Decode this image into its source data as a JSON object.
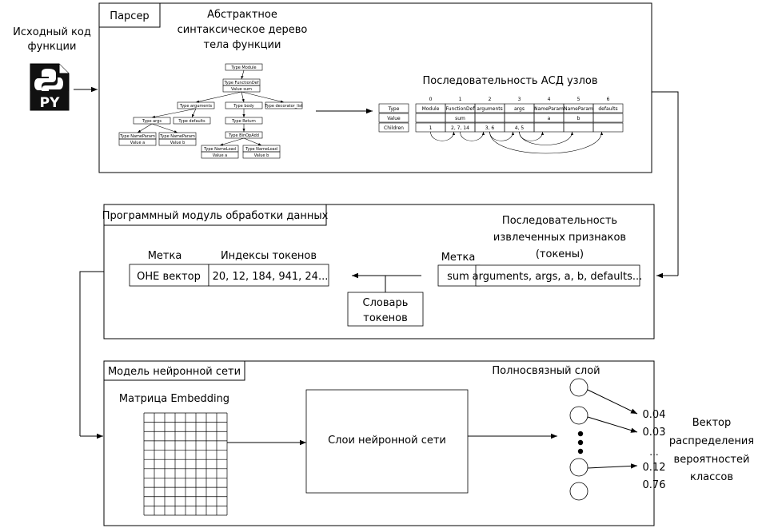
{
  "source": {
    "label_line1": "Исходный код",
    "label_line2": "функции",
    "file_badge": "PY",
    "icon": "python-file-icon"
  },
  "parser": {
    "title": "Парсер",
    "ast_title_l1": "Абстрактное",
    "ast_title_l2": "синтаксическое дерево",
    "ast_title_l3": "тела функции",
    "ast_nodes": [
      {
        "t": "Type Module",
        "v": ""
      },
      {
        "t": "Type FunctionDef",
        "v": "Value sum"
      },
      {
        "t": "Type arguments",
        "v": ""
      },
      {
        "t": "Type body",
        "v": ""
      },
      {
        "t": "Type decorator_list",
        "v": ""
      },
      {
        "t": "Type args",
        "v": ""
      },
      {
        "t": "Type defaults",
        "v": ""
      },
      {
        "t": "Type Return",
        "v": ""
      },
      {
        "t": "Type NameParam",
        "v": "Value a"
      },
      {
        "t": "Type NameParam",
        "v": "Value b"
      },
      {
        "t": "Type BinOpAdd",
        "v": ""
      },
      {
        "t": "Type NameLoad",
        "v": "Value a"
      },
      {
        "t": "Type NameLoad",
        "v": "Value b"
      }
    ],
    "seq_title": "Последовательность АСД узлов",
    "row_headers": [
      "Type",
      "Value",
      "Children"
    ],
    "columns": [
      {
        "idx": "0",
        "type": "Module",
        "value": "",
        "children": "1"
      },
      {
        "idx": "1",
        "type": "FunctionDef",
        "value": "sum",
        "children": "2, 7, 14"
      },
      {
        "idx": "2",
        "type": "arguments",
        "value": "",
        "children": "3, 6"
      },
      {
        "idx": "3",
        "type": "args",
        "value": "",
        "children": "4, 5"
      },
      {
        "idx": "4",
        "type": "NameParam",
        "value": "a",
        "children": ""
      },
      {
        "idx": "5",
        "type": "NameParam",
        "value": "b",
        "children": ""
      },
      {
        "idx": "6",
        "type": "defaults",
        "value": "",
        "children": ""
      }
    ]
  },
  "processing": {
    "title": "Программный модуль обработки данных",
    "seq_title_l1": "Последовательность",
    "seq_title_l2": "извлеченных признаков",
    "seq_title_l3": "(токены)",
    "label_header_right": "Метка",
    "label_value_right": "sum",
    "tokens_value": "arguments, args, a, b, defaults...",
    "label_header_left": "Метка",
    "indices_header": "Индексы токенов",
    "label_value_left": "OHE вектор",
    "indices_value": "20, 12, 184, 941, 24...",
    "vocab_l1": "Словарь",
    "vocab_l2": "токенов"
  },
  "model": {
    "title": "Модель нейронной сети",
    "embedding_title": "Матрица Embedding",
    "layers_label": "Слои нейронной сети",
    "dense_title": "Полносвязный слой",
    "outputs": [
      "0.04",
      "0.03",
      "...",
      "0.12",
      "0.76"
    ],
    "vector_l1": "Вектор",
    "vector_l2": "распределения",
    "vector_l3": "вероятностей",
    "vector_l4": "классов"
  }
}
